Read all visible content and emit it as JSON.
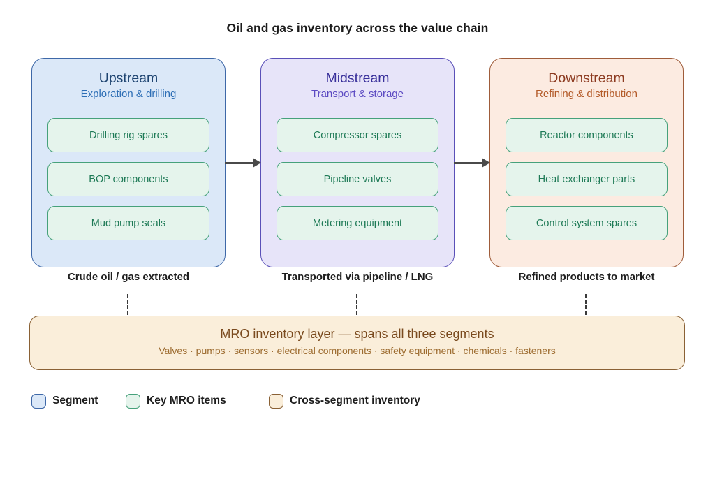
{
  "title": "Oil and gas inventory across the value chain",
  "segments": [
    {
      "title": "Upstream",
      "subtitle": "Exploration & drilling",
      "items": [
        "Drilling rig spares",
        "BOP components",
        "Mud pump seals"
      ],
      "flow_label": "Crude oil / gas extracted",
      "colors": {
        "fill": "#dbe8f8",
        "border": "#3e68a8",
        "title": "#1d4370",
        "subtitle": "#2d6eb5"
      }
    },
    {
      "title": "Midstream",
      "subtitle": "Transport & storage",
      "items": [
        "Compressor spares",
        "Pipeline valves",
        "Metering equipment"
      ],
      "flow_label": "Transported via pipeline / LNG",
      "colors": {
        "fill": "#e7e4f9",
        "border": "#5a50b8",
        "title": "#39309b",
        "subtitle": "#5c4ac2"
      }
    },
    {
      "title": "Downstream",
      "subtitle": "Refining & distribution",
      "items": [
        "Reactor components",
        "Heat exchanger parts",
        "Control system spares"
      ],
      "flow_label": "Refined products to market",
      "colors": {
        "fill": "#fcebe1",
        "border": "#9f5c3a",
        "title": "#8c3a20",
        "subtitle": "#b35a28"
      }
    }
  ],
  "item_style": {
    "fill": "#e5f4ec",
    "border": "#46a17b",
    "text": "#1e7a56"
  },
  "arrow_color": "#4a4a4a",
  "mro": {
    "title": "MRO inventory layer — spans all three segments",
    "subtitle": "Valves · pumps · sensors · electrical components · safety equipment · chemicals · fasteners",
    "colors": {
      "fill": "#faeeda",
      "border": "#8a6135",
      "title": "#7a4a1e",
      "subtitle": "#9d6c30"
    }
  },
  "legend": [
    {
      "label": "Segment",
      "fill": "#dbe8f8",
      "border": "#3e68a8"
    },
    {
      "label": "Key MRO items",
      "fill": "#e5f4ec",
      "border": "#46a17b"
    },
    {
      "label": "Cross-segment inventory",
      "fill": "#faeeda",
      "border": "#8a6135"
    }
  ]
}
